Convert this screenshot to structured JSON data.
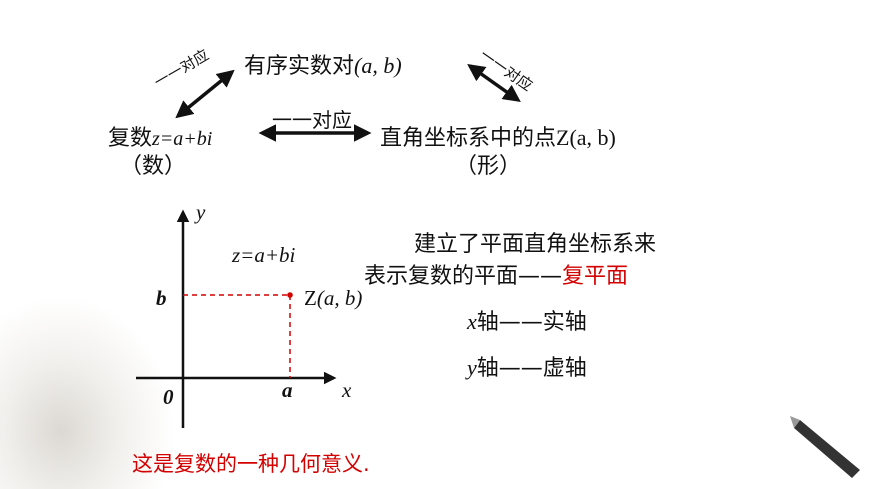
{
  "top": {
    "pair_label": "有序实数对",
    "pair_coords": "(a, b)",
    "complex_label": "复数",
    "complex_formula": "z=a+bi",
    "complex_note": "（数）",
    "point_label": "直角坐标系中的点",
    "point_coords": "Z(a, b)",
    "point_note": "（形）",
    "left_diag_label": "一一对应",
    "right_diag_label": "一一对应",
    "middle_label": "一一对应"
  },
  "graph": {
    "y_axis": "y",
    "x_axis": "x",
    "origin": "0",
    "b_tick": "b",
    "a_tick": "a",
    "formula": "z=a+bi",
    "point_name": "Z",
    "point_coords": "(a, b)"
  },
  "right_text": {
    "line1": "建立了平面直角坐标系来",
    "line2_prefix": "表示复数的平面——",
    "line2_highlight": "复平面",
    "x_axis_var": "x",
    "x_axis_text": "轴——实轴",
    "y_axis_var": "y",
    "y_axis_text": "轴——虚轴"
  },
  "footer": {
    "text": "这是复数的一种几何意义."
  },
  "colors": {
    "accent_red": "#d40000",
    "text": "#111111"
  }
}
